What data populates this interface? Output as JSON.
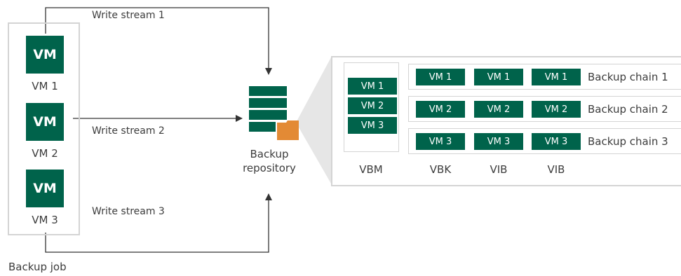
{
  "vm_icon_text": "VM",
  "vms": [
    "VM 1",
    "VM 2",
    "VM 3"
  ],
  "backup_job_label": "Backup job",
  "write_streams": [
    "Write stream 1",
    "Write stream 2",
    "Write stream 3"
  ],
  "repository_label_line1": "Backup",
  "repository_label_line2": "repository",
  "vbm": {
    "items": [
      "VM 1",
      "VM 2",
      "VM 3"
    ],
    "label": "VBM"
  },
  "chains": [
    {
      "label": "Backup chain 1",
      "items": [
        "VM 1",
        "VM 1",
        "VM 1"
      ]
    },
    {
      "label": "Backup chain 2",
      "items": [
        "VM 2",
        "VM 2",
        "VM 2"
      ]
    },
    {
      "label": "Backup chain 3",
      "items": [
        "VM 3",
        "VM 3",
        "VM 3"
      ]
    }
  ],
  "column_labels": [
    "VBK",
    "VIB",
    "VIB"
  ],
  "colors": {
    "vm_green": "#00634b",
    "repo_dark": "#00634b",
    "folder_orange": "#e38a35",
    "border_gray": "#d4d4d4"
  }
}
